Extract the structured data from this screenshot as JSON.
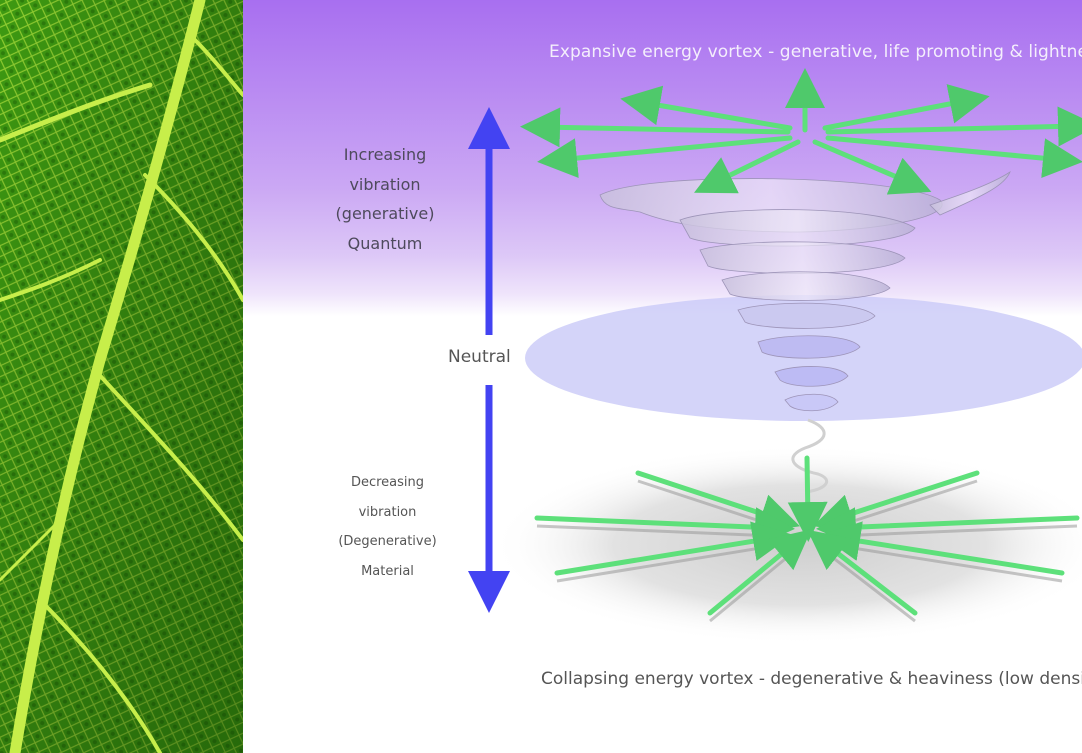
{
  "captions": {
    "top": "Expansive energy vortex - generative, life promoting & lightness",
    "bottom": "Collapsing energy vortex - degenerative & heaviness (low density)"
  },
  "scale": {
    "upper_lines": [
      "Increasing",
      "vibration",
      "(generative)",
      "Quantum"
    ],
    "neutral": "Neutral",
    "lower_lines": [
      "Decreasing",
      "vibration",
      "(Degenerative)",
      "Material"
    ]
  },
  "colors": {
    "arrow_green": "#5de07a",
    "scale_blue": "#4343f2",
    "top_bg": "#a86ff0",
    "plane_blue": "#c9c9f8"
  },
  "icons": {
    "outward_arrows": "arrow-outward-icon",
    "inward_arrows": "arrow-inward-icon",
    "scale_up": "arrow-up-icon",
    "scale_down": "arrow-down-icon"
  }
}
